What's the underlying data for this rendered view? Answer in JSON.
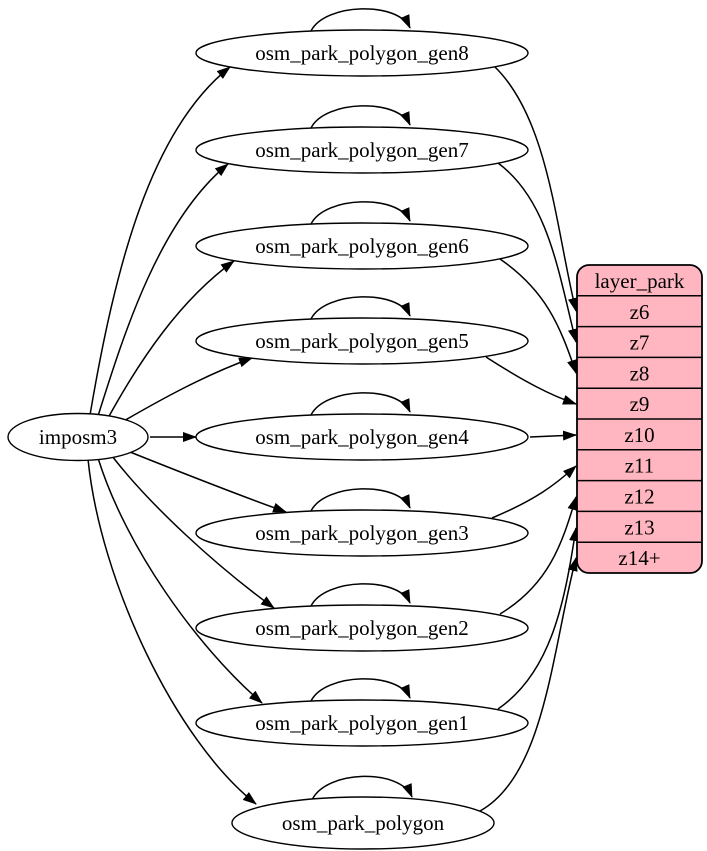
{
  "diagram": {
    "kind": "etl-graph",
    "background": "#ffffff",
    "source": {
      "label": "imposm3"
    },
    "tables": [
      {
        "label": "osm_park_polygon_gen8",
        "zoom_row": "z6"
      },
      {
        "label": "osm_park_polygon_gen7",
        "zoom_row": "z7"
      },
      {
        "label": "osm_park_polygon_gen6",
        "zoom_row": "z8"
      },
      {
        "label": "osm_park_polygon_gen5",
        "zoom_row": "z9"
      },
      {
        "label": "osm_park_polygon_gen4",
        "zoom_row": "z10"
      },
      {
        "label": "osm_park_polygon_gen3",
        "zoom_row": "z11"
      },
      {
        "label": "osm_park_polygon_gen2",
        "zoom_row": "z12"
      },
      {
        "label": "osm_park_polygon_gen1",
        "zoom_row": "z13"
      },
      {
        "label": "osm_park_polygon",
        "zoom_row": "z14+"
      }
    ],
    "layer": {
      "title": "layer_park",
      "rows": [
        "z6",
        "z7",
        "z8",
        "z9",
        "z10",
        "z11",
        "z12",
        "z13",
        "z14+"
      ]
    },
    "colors": {
      "layer_fill": "#ffb6c1",
      "node_fill": "#ffffff",
      "stroke": "#000000",
      "text": "#000000"
    }
  }
}
